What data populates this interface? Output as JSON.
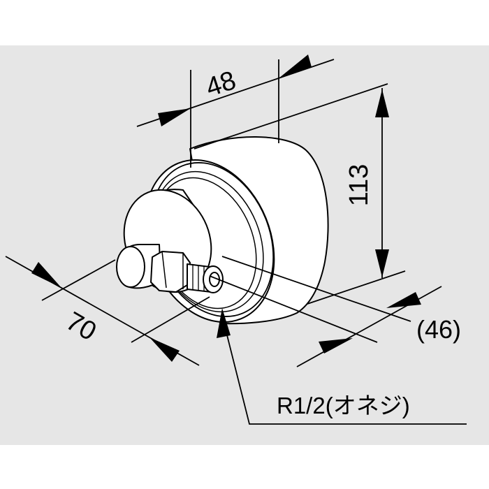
{
  "colors": {
    "panel": "#e6e6e6",
    "ink": "#000000",
    "part_fill": "#ffffff"
  },
  "dimensions": {
    "depth": "48",
    "height": "113",
    "length": "70",
    "offset": "(46)"
  },
  "thread_note": "R1/2(オネジ)"
}
